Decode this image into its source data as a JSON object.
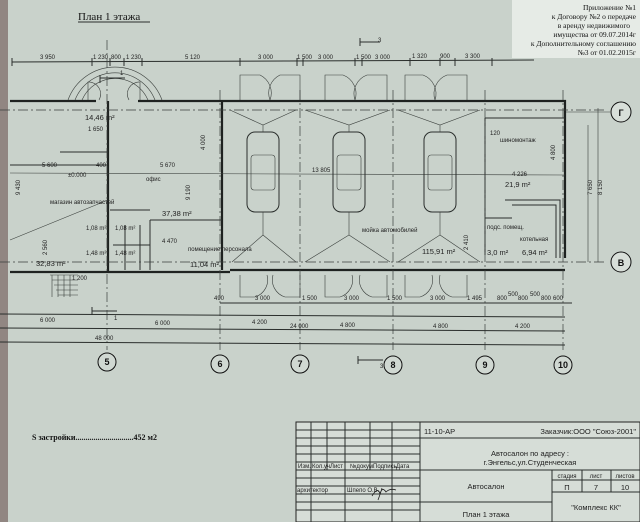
{
  "title": "План 1 этажа",
  "appendix": {
    "lines": [
      "Приложение №1",
      "к Договору №2 о передаче",
      "в аренду недвижимого",
      "имущества от 09.07.2014г",
      "к Дополнительному соглашению",
      "№3 от 01.02.2015г"
    ]
  },
  "section_marks": [
    "1",
    "3",
    "1",
    "3"
  ],
  "top_dimensions": [
    "3 950",
    "1 230",
    "800",
    "1 230",
    "5 120",
    "3 000",
    "1 500",
    "3 000",
    "1 500",
    "3 000",
    "1 320",
    "900",
    "3 300"
  ],
  "bottom_dimensions_row1": [
    "490",
    "3 000",
    "1 500",
    "3 000",
    "1 500",
    "3 000",
    "1 495",
    "800",
    "500",
    "800",
    "500",
    "800",
    "600"
  ],
  "bottom_dimensions_row2": [
    "6 000",
    "6 000",
    "4 200",
    "4 800",
    "4 800",
    "4 200"
  ],
  "total_24": "24 000",
  "total_48": "48 000",
  "axes_vertical": [
    "5",
    "6",
    "7",
    "8",
    "9",
    "10"
  ],
  "axes_horizontal": [
    "Г",
    "В"
  ],
  "rooms": {
    "stair_area": "14,46 m²",
    "stair_dim": "1 650",
    "shop_label": "магазин автозапчастей",
    "shop_area": "32,83 m²",
    "office_label": "офис",
    "office_area": "37,38 m²",
    "staff_label": "помещение персонала",
    "staff_area": "11,04 m²",
    "wash_label": "мойка автомобилей",
    "wash_area": "115,91 m²",
    "tire_label": "шиномонтаж",
    "tire_area": "21,9 m²",
    "aux_label": "подс. помещ.",
    "aux_area": "3,0 m²",
    "boiler_label": "котельная",
    "boiler_area": "6,94 m²",
    "wc1": "1,08 m²",
    "wc2": "1,08 m²",
    "wc3": "1,48 m²",
    "wc4": "1,48 m²",
    "level": "±0.000"
  },
  "inner_dimensions": [
    "5 600",
    "400",
    "5 670",
    "13 805",
    "4 226",
    "4 470",
    "9 430",
    "9 190",
    "4 000",
    "4 800",
    "7 650",
    "8 150",
    "2 560",
    "2 410",
    "1 200",
    "120"
  ],
  "footer": {
    "s_label": "S застройки.............................452 м2"
  },
  "title_block": {
    "code": "11-10-АР",
    "customer": "Заказчик:ООО \"Союз-2001\"",
    "address_line1": "Автосалон  по адресу :",
    "address_line2": "г.Энгельс,ул.Студенческая",
    "object": "Автосалон",
    "sheet_name": "План 1 этажа",
    "stage_header": "стадия",
    "sheet_header": "лист",
    "sheets_header": "листов",
    "stage": "П",
    "sheet": "7",
    "sheets": "10",
    "company": "\"Комплекс КК\"",
    "col_headers": [
      "Изм.",
      "Кол.уч.",
      "Лист",
      "№докум.",
      "Подпись",
      "Дата"
    ],
    "role": "архитектор",
    "person": "Шпепо О.В."
  }
}
